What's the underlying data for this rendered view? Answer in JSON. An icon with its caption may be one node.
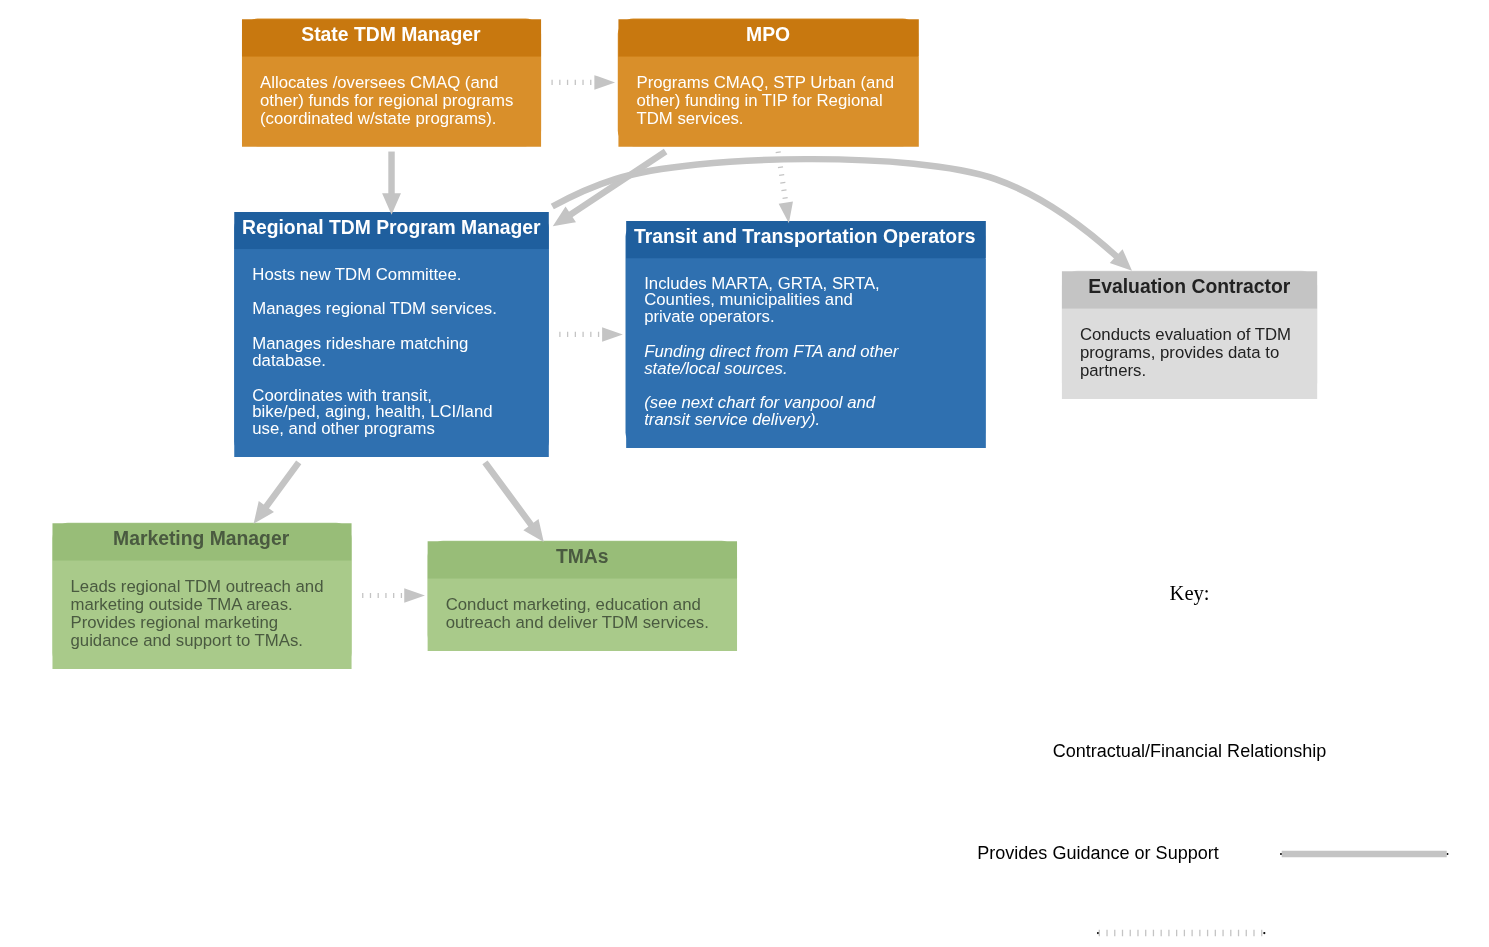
{
  "diagram": {
    "nodes": [
      {
        "text": [
          "State TDM Manager",
          "Allocates /oversees CMAQ (and other) funds for regional programs (coordinated w/state programs)."
        ]
      },
      {
        "text": [
          "MPO",
          "Programs CMAQ, STP Urban (and other) funding in TIP for Regional TDM services."
        ]
      },
      {
        "text": [
          "Evaluation Contractor",
          "Conducts evaluation of TDM programs, provides data to partners."
        ]
      },
      {
        "text": [
          "Regional TDM Program Manager",
          "Hosts new TDM Committee.",
          "Manages regional TDM services.",
          "Manages rideshare matching database.",
          "Coordinates with transit, bike/ped, aging, health, LCI/land use, and other programs"
        ]
      },
      {
        "text": [
          "Transit and Transportation Operators",
          "Includes MARTA, GRTA, SRTA, Counties, municipalities and private operators.",
          "Funding direct from FTA and other state/local sources.",
          "(see next chart for vanpool and transit service delivery)."
        ]
      },
      {
        "text": [
          "TMAs",
          "Conduct marketing, education and outreach and deliver TDM services."
        ]
      },
      {
        "text": [
          "Marketing Manager",
          "Leads regional TDM outreach and marketing outside TMA areas. Provides regional marketing guidance and support to TMAs."
        ]
      }
    ],
    "edges": [
      {
        "from": 0,
        "to": 1,
        "arrow": "to",
        "style": "dashed"
      },
      {
        "from": 1,
        "to": 4,
        "arrow": "to",
        "style": "dashed"
      },
      {
        "from": 0,
        "to": 3,
        "arrow": "to"
      },
      {
        "from": 1,
        "to": 3,
        "arrow": "to"
      },
      {
        "from": 3,
        "to": 2,
        "arrow": "to"
      },
      {
        "from": 3,
        "to": 4,
        "arrow": "to",
        "style": "dashed"
      },
      {
        "from": 3,
        "to": 5,
        "arrow": "to"
      },
      {
        "from": 3,
        "to": 6,
        "arrow": "to"
      },
      {
        "from": 6,
        "to": 5,
        "arrow": "to",
        "style": "dashed"
      }
    ],
    "labels": [
      "Key:"
    ],
    "legend": [
      {
        "text": "Contractual/Financial Relationship"
      },
      {
        "text": "Provides Guidance or Support"
      }
    ]
  }
}
